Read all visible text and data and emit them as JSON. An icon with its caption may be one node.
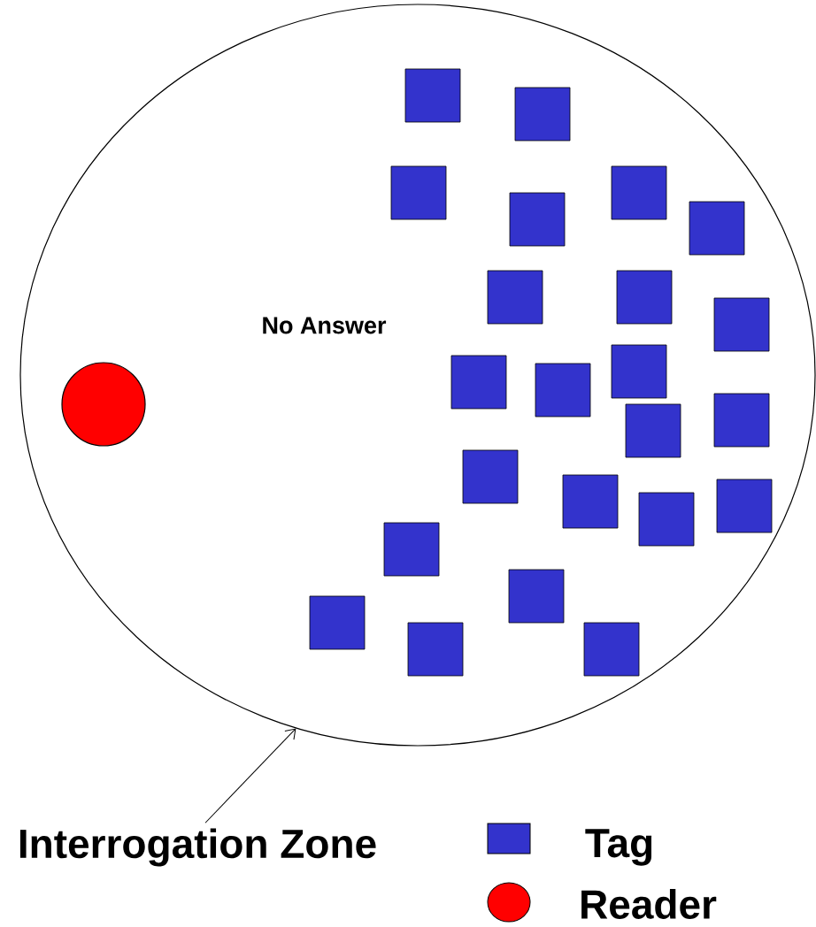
{
  "diagram": {
    "nodes": [
      {
        "text": [],
        "shape": "circle"
      },
      {
        "text": [
          "Interrogation Zone"
        ]
      },
      {
        "text": [],
        "shape": "circle",
        "in": 0
      },
      {
        "text": [],
        "shape": "box",
        "in": 0
      },
      {
        "text": [],
        "shape": "box",
        "in": 0
      },
      {
        "text": [],
        "shape": "box",
        "in": 0
      },
      {
        "text": [],
        "shape": "box",
        "in": 0
      },
      {
        "text": [],
        "shape": "box",
        "in": 0
      },
      {
        "text": [],
        "shape": "box",
        "in": 0
      },
      {
        "text": [],
        "shape": "box",
        "in": 0
      },
      {
        "text": [],
        "shape": "box",
        "in": 0
      },
      {
        "text": [],
        "shape": "box",
        "in": 0
      },
      {
        "text": [],
        "shape": "box",
        "in": 0
      },
      {
        "text": [],
        "shape": "box",
        "in": 0
      },
      {
        "text": [],
        "shape": "box",
        "in": 0
      },
      {
        "text": [],
        "shape": "box",
        "in": 0
      },
      {
        "text": [],
        "shape": "box",
        "in": 0
      },
      {
        "text": [],
        "shape": "box",
        "in": 0
      },
      {
        "text": [],
        "shape": "box",
        "in": 0
      },
      {
        "text": [],
        "shape": "box",
        "in": 0
      },
      {
        "text": [],
        "shape": "box",
        "in": 0
      },
      {
        "text": [],
        "shape": "box",
        "in": 0
      },
      {
        "text": [],
        "shape": "box",
        "in": 0
      },
      {
        "text": [],
        "shape": "box",
        "in": 0
      },
      {
        "text": [],
        "shape": "box",
        "in": 0
      },
      {
        "text": [],
        "shape": "box",
        "in": 0
      }
    ],
    "edges": [
      {
        "from": 1,
        "to": 0,
        "arrow": "to"
      }
    ],
    "labels": [
      "No Answer"
    ],
    "legend": [
      {
        "text": "Tag",
        "color": "#3333cc"
      },
      {
        "text": "Reader",
        "color": "#ff0000"
      }
    ]
  }
}
